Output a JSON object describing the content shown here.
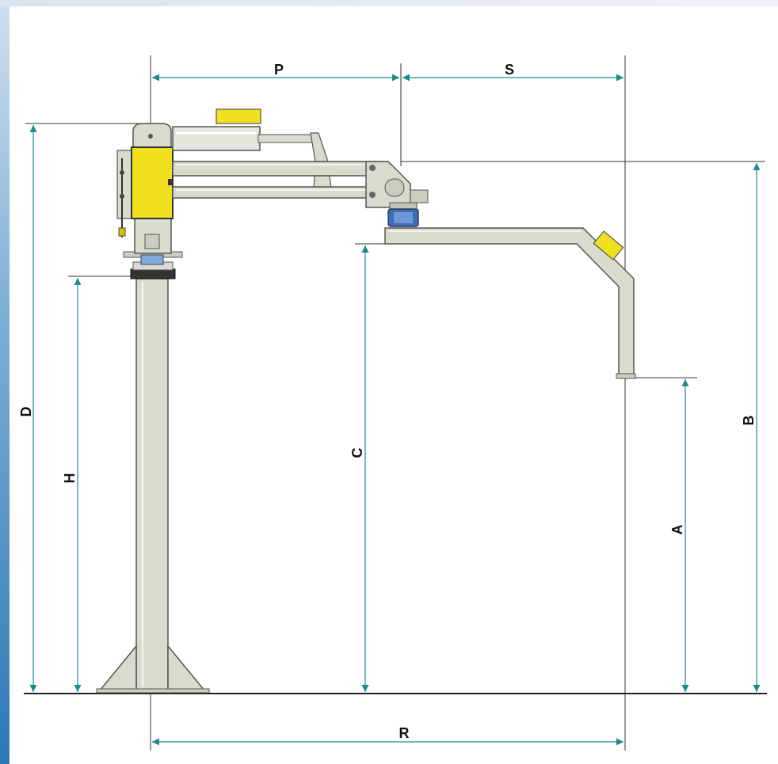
{
  "dimensions": {
    "P": "P",
    "S": "S",
    "R": "R",
    "D": "D",
    "H": "H",
    "C": "C",
    "A": "A",
    "B": "B"
  },
  "colors": {
    "frame": "#d7dccd",
    "frame_stroke": "#555555",
    "control_box": "#f0e020",
    "rotary_joint": "#3c6fb8",
    "dimension_arrow": "#1a8a8f",
    "ground": "#222222"
  }
}
